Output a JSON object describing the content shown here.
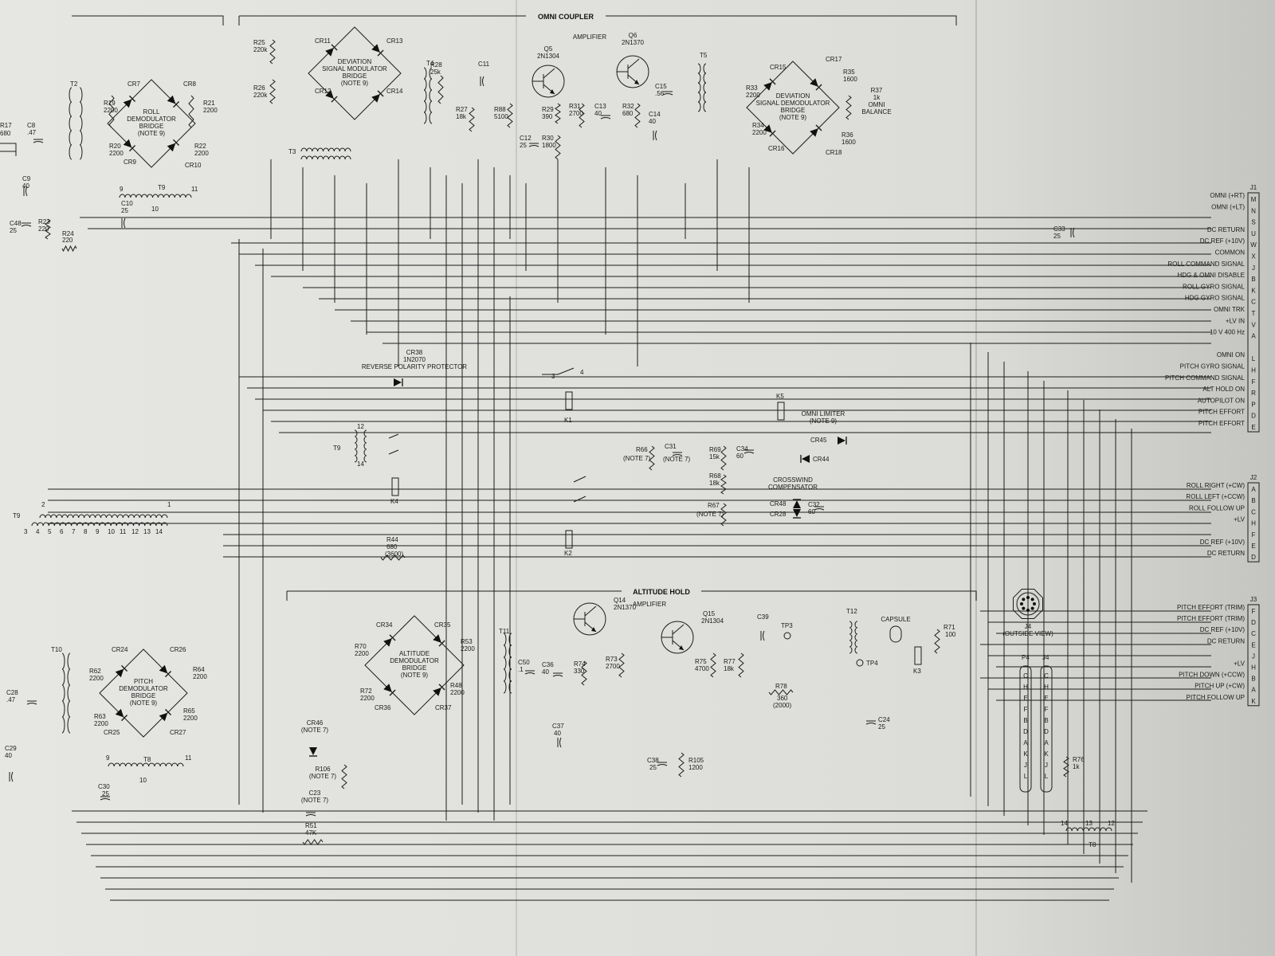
{
  "sections": {
    "omni_coupler": "OMNI COUPLER",
    "amplifier_top": "AMPLIFIER",
    "altitude_hold": "ALTITUDE HOLD",
    "amplifier_bottom": "AMPLIFIER",
    "omni_limiter": [
      "OMNI LIMITER",
      "(NOTE 9)"
    ],
    "crosswind": [
      "CROSSWIND",
      "COMPENSATOR"
    ],
    "cr38": [
      "CR38",
      "1N2070",
      "REVERSE POLARITY PROTECTOR"
    ],
    "capsule": "CAPSULE",
    "j4_view": [
      "J4",
      "(OUTSIDE VIEW)"
    ]
  },
  "bridges": {
    "roll_demod": [
      "ROLL",
      "DEMODULATOR",
      "BRIDGE",
      "(NOTE 9)"
    ],
    "deviation_mod": [
      "DEVIATION",
      "SIGNAL MODULATOR",
      "BRIDGE",
      "(NOTE 9)"
    ],
    "deviation_demod": [
      "DEVIATION",
      "SIGNAL DEMODULATOR",
      "BRIDGE",
      "(NOTE 9)"
    ],
    "pitch_demod": [
      "PITCH",
      "DEMODULATOR",
      "BRIDGE",
      "(NOTE 9)"
    ],
    "altitude_demod": [
      "ALTITUDE",
      "DEMODULATOR",
      "BRIDGE",
      "(NOTE 9)"
    ]
  },
  "components": [
    [
      "R25",
      "220k"
    ],
    [
      "R26",
      "220k"
    ],
    [
      "CR11",
      ""
    ],
    [
      "CR13",
      ""
    ],
    [
      "CR12",
      ""
    ],
    [
      "CR14",
      ""
    ],
    [
      "T4",
      ""
    ],
    [
      "R28",
      "25k"
    ],
    [
      "C11",
      ""
    ],
    [
      "Q5",
      "2N1304"
    ],
    [
      "Q6",
      "2N1370"
    ],
    [
      "R27",
      "18k"
    ],
    [
      "R88",
      "5100"
    ],
    [
      "R29",
      "390"
    ],
    [
      "R31",
      "2700"
    ],
    [
      "C13",
      "40"
    ],
    [
      "R32",
      "680"
    ],
    [
      "C14",
      "40"
    ],
    [
      "C15",
      ".56"
    ],
    [
      "C12",
      "25"
    ],
    [
      "R30",
      "1800"
    ],
    [
      "T5",
      ""
    ],
    [
      "T3",
      ""
    ],
    [
      "CR15",
      ""
    ],
    [
      "CR17",
      ""
    ],
    [
      "R35",
      "1600"
    ],
    [
      "R37",
      "1k OMNI BALANCE"
    ],
    [
      "R33",
      "2200"
    ],
    [
      "R34",
      "2200"
    ],
    [
      "CR16",
      ""
    ],
    [
      "CR18",
      ""
    ],
    [
      "R36",
      "1600"
    ],
    [
      "T2",
      ""
    ],
    [
      "CR7",
      ""
    ],
    [
      "CR8",
      ""
    ],
    [
      "R19",
      "2200"
    ],
    [
      "R21",
      "2200"
    ],
    [
      "R20",
      "2200"
    ],
    [
      "R22",
      "2200"
    ],
    [
      "CR9",
      ""
    ],
    [
      "CR10",
      ""
    ],
    [
      "T9",
      ""
    ],
    [
      "C10",
      "25"
    ],
    [
      "C9",
      "40"
    ],
    [
      "C8",
      ".47"
    ],
    [
      "R17",
      "680"
    ],
    [
      "C48",
      "25"
    ],
    [
      "R23",
      "220"
    ],
    [
      "R24",
      "220"
    ],
    [
      "C33",
      "25"
    ],
    [
      "K1",
      ""
    ],
    [
      "K2",
      ""
    ],
    [
      "K4",
      ""
    ],
    [
      "K5",
      ""
    ],
    [
      "R66",
      "(NOTE 7)"
    ],
    [
      "C31",
      "(NOTE 7)"
    ],
    [
      "R69",
      "15k"
    ],
    [
      "C34",
      "60"
    ],
    [
      "CR45",
      ""
    ],
    [
      "CR44",
      ""
    ],
    [
      "R68",
      "18k"
    ],
    [
      "R67",
      "(NOTE 7)"
    ],
    [
      "CR48",
      ""
    ],
    [
      "CR28",
      ""
    ],
    [
      "C32",
      "60"
    ],
    [
      "R44",
      "680 (3600)"
    ],
    [
      "Q14",
      "2N1370"
    ],
    [
      "Q15",
      "2N1304"
    ],
    [
      "CR34",
      ""
    ],
    [
      "CR35",
      ""
    ],
    [
      "R70",
      "2200"
    ],
    [
      "R53",
      "2200"
    ],
    [
      "R72",
      "2200"
    ],
    [
      "R48",
      "2200"
    ],
    [
      "CR36",
      ""
    ],
    [
      "CR37",
      ""
    ],
    [
      "T11",
      ""
    ],
    [
      "C50",
      ".1"
    ],
    [
      "C36",
      "40"
    ],
    [
      "R74",
      "330"
    ],
    [
      "R73",
      "2700"
    ],
    [
      "R75",
      "4700"
    ],
    [
      "R77",
      "18k"
    ],
    [
      "C39",
      ""
    ],
    [
      "TP3",
      ""
    ],
    [
      "T12",
      ""
    ],
    [
      "R71",
      "100"
    ],
    [
      "TP4",
      ""
    ],
    [
      "K3",
      ""
    ],
    [
      "R78",
      "360 (2000)"
    ],
    [
      "C24",
      "25"
    ],
    [
      "C37",
      "40"
    ],
    [
      "C38",
      "25"
    ],
    [
      "R105",
      "1200"
    ],
    [
      "R76",
      "1k"
    ],
    [
      "T8",
      ""
    ],
    [
      "CR46",
      "(NOTE 7)"
    ],
    [
      "R106",
      "(NOTE 7)"
    ],
    [
      "C23",
      "(NOTE 7)"
    ],
    [
      "R51",
      "47K"
    ],
    [
      "T10",
      ""
    ],
    [
      "CR24",
      ""
    ],
    [
      "CR26",
      ""
    ],
    [
      "R62",
      "2200"
    ],
    [
      "R64",
      "2200"
    ],
    [
      "R63",
      "2200"
    ],
    [
      "R65",
      "2200"
    ],
    [
      "CR25",
      ""
    ],
    [
      "CR27",
      ""
    ],
    [
      "C28",
      ".47"
    ],
    [
      "C29",
      "40"
    ],
    [
      "C30",
      "25"
    ],
    [
      "P4",
      ""
    ],
    [
      "J4",
      ""
    ]
  ],
  "connector_j1": {
    "name": "J1",
    "pins": [
      [
        "OMNI (+RT)",
        "M"
      ],
      [
        "OMNI (+LT)",
        "N"
      ],
      [
        "",
        "S"
      ],
      [
        "DC RETURN",
        "U"
      ],
      [
        "DC REF (+10V)",
        "W"
      ],
      [
        "COMMON",
        "X"
      ],
      [
        "ROLL COMMAND SIGNAL",
        "J"
      ],
      [
        "HDG & OMNI DISABLE",
        "B"
      ],
      [
        "ROLL GYRO SIGNAL",
        "K"
      ],
      [
        "HDG GYRO SIGNAL",
        "C"
      ],
      [
        "OMNI TRK",
        "T"
      ],
      [
        "+LV IN",
        "V"
      ],
      [
        "10 V 400 Hz",
        "A"
      ],
      [
        "",
        ""
      ],
      [
        "OMNI ON",
        "L"
      ],
      [
        "PITCH GYRO SIGNAL",
        "H"
      ],
      [
        "PITCH COMMAND SIGNAL",
        "F"
      ],
      [
        "ALT HOLD ON",
        "R"
      ],
      [
        "AUTOPILOT ON",
        "P"
      ],
      [
        "PITCH EFFORT",
        "D"
      ],
      [
        "PITCH EFFORT",
        "E"
      ]
    ]
  },
  "connector_j2": {
    "name": "J2",
    "pins": [
      [
        "ROLL RIGHT (+CW)",
        "A"
      ],
      [
        "ROLL LEFT (+CCW)",
        "B"
      ],
      [
        "ROLL FOLLOW UP",
        "C"
      ],
      [
        "+LV",
        "H"
      ],
      [
        "",
        "F"
      ],
      [
        "DC REF (+10V)",
        "E"
      ],
      [
        "DC RETURN",
        "D"
      ]
    ]
  },
  "connector_j3": {
    "name": "J3",
    "pins": [
      [
        "PITCH EFFORT (TRIM)",
        "F"
      ],
      [
        "PITCH EFFORT (TRIM)",
        "D"
      ],
      [
        "DC REF (+10V)",
        "C"
      ],
      [
        "DC RETURN",
        "E"
      ],
      [
        "",
        "J"
      ],
      [
        "+LV",
        "H"
      ],
      [
        "PITCH DOWN (+CCW)",
        "B"
      ],
      [
        "PITCH UP (+CW)",
        "A"
      ],
      [
        "PITCH FOLLOW UP",
        "K"
      ]
    ]
  },
  "p4_pins": [
    "C",
    "H",
    "E",
    "F",
    "B",
    "D",
    "A",
    "K",
    "J",
    "L"
  ],
  "j4_pins": [
    "C",
    "H",
    "E",
    "F",
    "B",
    "D",
    "A",
    "K",
    "J",
    "L"
  ],
  "t9_taps": [
    "3",
    "4",
    "5",
    "6",
    "7",
    "8",
    "9",
    "10",
    "11",
    "12",
    "13",
    "14"
  ]
}
